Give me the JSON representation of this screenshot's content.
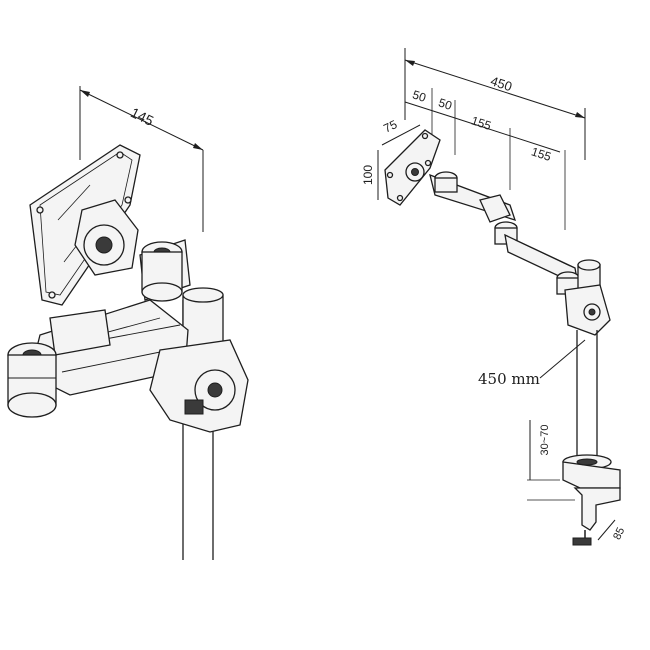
{
  "left_view": {
    "dim_width": "145"
  },
  "right_view": {
    "dim_total": "450",
    "dim_a": "50",
    "dim_b": "50",
    "dim_seg1": "155",
    "dim_seg2": "155",
    "dim_vesa_w": "75",
    "dim_vesa_h": "100",
    "pole_height": "450 mm",
    "clamp_range": "30~70",
    "clamp_depth": "85"
  }
}
